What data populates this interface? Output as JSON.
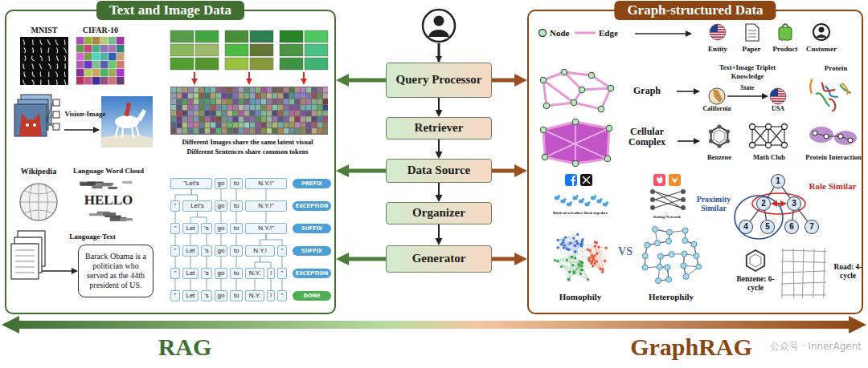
{
  "diagram": {
    "nodes": [
      {
        "text": [
          "Text and Image Data"
        ]
      },
      {
        "text": [
          "Barack Obama is a politician who served as the 44th president of US."
        ],
        "in": 0
      },
      {
        "text": [
          "\"Let's"
        ],
        "in": 0
      },
      {
        "text": [
          "go"
        ],
        "in": 0
      },
      {
        "text": [
          "to"
        ],
        "in": 0
      },
      {
        "text": [
          "N.Y.!\""
        ],
        "in": 0
      },
      {
        "text": [
          "PREFIX"
        ],
        "in": 0
      },
      {
        "text": [
          "\""
        ],
        "in": 0
      },
      {
        "text": [
          "Let's"
        ],
        "in": 0
      },
      {
        "text": [
          "go"
        ],
        "in": 0
      },
      {
        "text": [
          "to"
        ],
        "in": 0
      },
      {
        "text": [
          "N.Y.!\""
        ],
        "in": 0
      },
      {
        "text": [
          "EXCEPTION"
        ],
        "in": 0
      },
      {
        "text": [
          "\""
        ],
        "in": 0
      },
      {
        "text": [
          "Let"
        ],
        "in": 0
      },
      {
        "text": [
          "'s"
        ],
        "in": 0
      },
      {
        "text": [
          "go"
        ],
        "in": 0
      },
      {
        "text": [
          "to"
        ],
        "in": 0
      },
      {
        "text": [
          "N.Y.!\""
        ],
        "in": 0
      },
      {
        "text": [
          "SUFFIX"
        ],
        "in": 0
      },
      {
        "text": [
          "\""
        ],
        "in": 0
      },
      {
        "text": [
          "Let"
        ],
        "in": 0
      },
      {
        "text": [
          "'s"
        ],
        "in": 0
      },
      {
        "text": [
          "go"
        ],
        "in": 0
      },
      {
        "text": [
          "to"
        ],
        "in": 0
      },
      {
        "text": [
          "N.Y.!"
        ],
        "in": 0
      },
      {
        "text": [
          "\""
        ],
        "in": 0
      },
      {
        "text": [
          "SUFFIX"
        ],
        "in": 0
      },
      {
        "text": [
          "\""
        ],
        "in": 0
      },
      {
        "text": [
          "Let"
        ],
        "in": 0
      },
      {
        "text": [
          "'s"
        ],
        "in": 0
      },
      {
        "text": [
          "go"
        ],
        "in": 0
      },
      {
        "text": [
          "to"
        ],
        "in": 0
      },
      {
        "text": [
          "N.Y."
        ],
        "in": 0
      },
      {
        "text": [
          "!"
        ],
        "in": 0
      },
      {
        "text": [
          "\""
        ],
        "in": 0
      },
      {
        "text": [
          "EXCEPTION"
        ],
        "in": 0
      },
      {
        "text": [
          "\""
        ],
        "in": 0
      },
      {
        "text": [
          "Let"
        ],
        "in": 0
      },
      {
        "text": [
          "'s"
        ],
        "in": 0
      },
      {
        "text": [
          "go"
        ],
        "in": 0
      },
      {
        "text": [
          "to"
        ],
        "in": 0
      },
      {
        "text": [
          "N.Y."
        ],
        "in": 0
      },
      {
        "text": [
          "!"
        ],
        "in": 0
      },
      {
        "text": [
          "\""
        ],
        "in": 0
      },
      {
        "text": [
          "DONE"
        ],
        "in": 0
      },
      {
        "text": [
          "Query Processor"
        ]
      },
      {
        "text": [
          "Retriever"
        ]
      },
      {
        "text": [
          "Data Source"
        ]
      },
      {
        "text": [
          "Organizer"
        ]
      },
      {
        "text": [
          "Generator"
        ]
      },
      {
        "text": [
          "Graph-structured Data"
        ]
      },
      {
        "text": [
          "1"
        ],
        "in": 51
      },
      {
        "text": [
          "2"
        ],
        "in": 51
      },
      {
        "text": [
          "3"
        ],
        "in": 51
      },
      {
        "text": [
          "4"
        ],
        "in": 51
      },
      {
        "text": [
          "5"
        ],
        "in": 51
      },
      {
        "text": [
          "6"
        ],
        "in": 51
      },
      {
        "text": [
          "7"
        ],
        "in": 51
      }
    ],
    "edges": [
      {
        "from": 46,
        "to": 47,
        "arrow": "to"
      },
      {
        "from": 47,
        "to": 48,
        "arrow": "to"
      },
      {
        "from": 48,
        "to": 49,
        "arrow": "to"
      },
      {
        "from": 49,
        "to": 50,
        "arrow": "to"
      },
      {
        "from": 46,
        "to": 0,
        "arrow": "to"
      },
      {
        "from": 48,
        "to": 0,
        "arrow": "to"
      },
      {
        "from": 50,
        "to": 0,
        "arrow": "to"
      },
      {
        "from": 46,
        "to": 51,
        "arrow": "to"
      },
      {
        "from": 48,
        "to": 51,
        "arrow": "to"
      },
      {
        "from": 50,
        "to": 51,
        "arrow": "to"
      },
      {
        "from": 2,
        "to": 7,
        "arrow": "none"
      },
      {
        "from": 2,
        "to": 8,
        "arrow": "none"
      },
      {
        "from": 3,
        "to": 9,
        "arrow": "none"
      },
      {
        "from": 4,
        "to": 10,
        "arrow": "none"
      },
      {
        "from": 5,
        "to": 11,
        "arrow": "none"
      },
      {
        "from": 7,
        "to": 13,
        "arrow": "none"
      },
      {
        "from": 8,
        "to": 14,
        "arrow": "none"
      },
      {
        "from": 8,
        "to": 15,
        "arrow": "none"
      },
      {
        "from": 9,
        "to": 16,
        "arrow": "none"
      },
      {
        "from": 10,
        "to": 17,
        "arrow": "none"
      },
      {
        "from": 11,
        "to": 18,
        "arrow": "none"
      },
      {
        "from": 13,
        "to": 20,
        "arrow": "none"
      },
      {
        "from": 14,
        "to": 21,
        "arrow": "none"
      },
      {
        "from": 15,
        "to": 22,
        "arrow": "none"
      },
      {
        "from": 16,
        "to": 23,
        "arrow": "none"
      },
      {
        "from": 17,
        "to": 24,
        "arrow": "none"
      },
      {
        "from": 18,
        "to": 25,
        "arrow": "none"
      },
      {
        "from": 18,
        "to": 26,
        "arrow": "none"
      },
      {
        "from": 20,
        "to": 28,
        "arrow": "none"
      },
      {
        "from": 21,
        "to": 29,
        "arrow": "none"
      },
      {
        "from": 22,
        "to": 30,
        "arrow": "none"
      },
      {
        "from": 23,
        "to": 31,
        "arrow": "none"
      },
      {
        "from": 24,
        "to": 32,
        "arrow": "none"
      },
      {
        "from": 25,
        "to": 33,
        "arrow": "none"
      },
      {
        "from": 25,
        "to": 34,
        "arrow": "none"
      },
      {
        "from": 26,
        "to": 35,
        "arrow": "none"
      },
      {
        "from": 28,
        "to": 37,
        "arrow": "none"
      },
      {
        "from": 29,
        "to": 38,
        "arrow": "none"
      },
      {
        "from": 30,
        "to": 39,
        "arrow": "none"
      },
      {
        "from": 31,
        "to": 40,
        "arrow": "none"
      },
      {
        "from": 32,
        "to": 41,
        "arrow": "none"
      },
      {
        "from": 33,
        "to": 42,
        "arrow": "none"
      },
      {
        "from": 34,
        "to": 43,
        "arrow": "none"
      },
      {
        "from": 35,
        "to": 44,
        "arrow": "none"
      },
      {
        "from": 52,
        "to": 53,
        "arrow": "none"
      },
      {
        "from": 52,
        "to": 54,
        "arrow": "none"
      },
      {
        "from": 53,
        "to": 55,
        "arrow": "none"
      },
      {
        "from": 53,
        "to": 56,
        "arrow": "none"
      },
      {
        "from": 54,
        "to": 57,
        "arrow": "none"
      },
      {
        "from": 54,
        "to": 58,
        "arrow": "none"
      },
      {
        "from": 53,
        "to": 54,
        "arrow": "both"
      }
    ],
    "labels": [
      "MNIST",
      "CIFAR-10",
      "Vision-Image",
      "Different Images share the same latent visual",
      "Different Sentences share common tokens",
      "Wikipedia",
      "Language Word Cloud",
      "HELLO",
      "Language-Text",
      "Entity",
      "Paper",
      "Product",
      "Customer",
      "Graph",
      "Text+Image Triplet",
      "Knowledge",
      "California",
      "State",
      "USA",
      "Protein",
      "Cellular Complex",
      "Benzene",
      "Math Club",
      "Protein Interaction",
      "Birds of a feather flock together",
      "Dating Network",
      "Homophily",
      "VS",
      "Heterophily",
      "Role Similar",
      "Proximity Similar",
      "Benzene: 6-cycle",
      "Road: 4-cycle",
      "RAG",
      "GraphRAG",
      "公众号 · InnerAgent"
    ],
    "legend": [
      {
        "text": "Node"
      },
      {
        "text": "Edge"
      }
    ]
  }
}
